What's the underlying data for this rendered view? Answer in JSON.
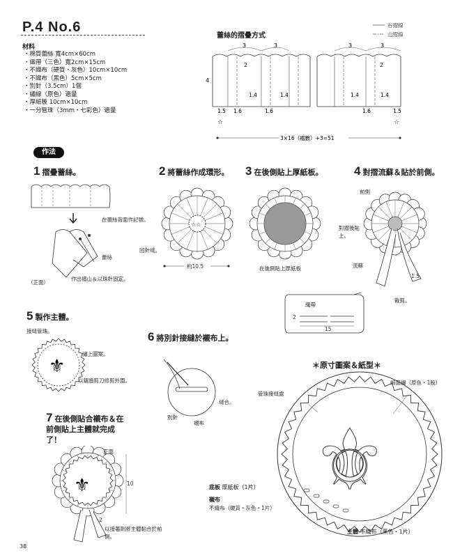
{
  "header": {
    "title": "P.4 No.6"
  },
  "materials": {
    "heading": "材料",
    "items": [
      "棉質蕾絲 寬4cm×60cm",
      "織帶（三色）寬2cm×15cm",
      "不織布（硬質・灰色）10cm×10cm",
      "不織布（黑色）5cm×5cm",
      "別針（3.5cm）1個",
      "繡線（原色）適量",
      "厚紙板 10cm×10cm",
      "一分管珠（3mm・七彩色）適量"
    ]
  },
  "fold": {
    "title": "蕾絲的摺疊方式",
    "legend_valley": "谷摺線",
    "legend_mountain": "山摺線",
    "total": "3×16（褶數）+3=51",
    "dims": {
      "d3": "3",
      "d2": "2",
      "d4": "4",
      "d14": "1.4",
      "d15": "1.5",
      "d16": "1.6",
      "star": "☆"
    }
  },
  "method": {
    "badge": "作法"
  },
  "steps": {
    "s1": {
      "num": "1",
      "title": "摺疊蕾絲。",
      "note_curve": "在蕾絲背面作記號。",
      "note_lace": "蕾絲",
      "note_front": "（正面）",
      "note_fix": "作出褶山＆以珠針固定。"
    },
    "s2": {
      "num": "2",
      "title": "將蕾絲作成環形。",
      "note_stitch": "回針縫。",
      "note_size": "約10.5"
    },
    "s3": {
      "num": "3",
      "title": "在後側貼上厚紙板。",
      "note_board": "在後側貼上厚紙板"
    },
    "s4": {
      "num": "4",
      "title": "對摺流蘇＆貼於前側。",
      "note_front": "前側",
      "note_glue": "對摺後貼上。",
      "note_tassel": "流蘇",
      "note_cut": "裁剪。",
      "note_ribbon": "織帶",
      "d2": "2",
      "d15a": "1.5",
      "d15b": "15"
    },
    "s5": {
      "num": "5",
      "title": "製作主體。",
      "note_beads": "接縫管珠。",
      "note_pattern": "繡上圖案。",
      "note_cut": "以鋸齒剪刀修剪外圍。"
    },
    "s6": {
      "num": "6",
      "title": "將別針接縫於襯布上。",
      "note_sew": "縫合。",
      "note_pin": "別針",
      "note_lining": "襯布"
    },
    "s7": {
      "num": "7",
      "title": "在後側貼合襯布＆在前側貼上主體就完成了！",
      "note_front": "正面",
      "note_10": "10",
      "note_2": "2",
      "note_stick": "以接著劑將主體黏合於前側。"
    }
  },
  "pattern": {
    "title": "＊原寸圖案＆紙型＊",
    "note_beads": "管珠接縫處",
    "note_embroider": "緞面繡（原色・1股）",
    "board_label": "底板",
    "board_spec": "厚紙板（1片）",
    "lining_label": "襯布",
    "lining_spec": "不織布（硬質・灰色・1片）",
    "main_label": "主體",
    "main_spec": "不織布（黑色・1片）"
  },
  "page": {
    "number": "38"
  }
}
